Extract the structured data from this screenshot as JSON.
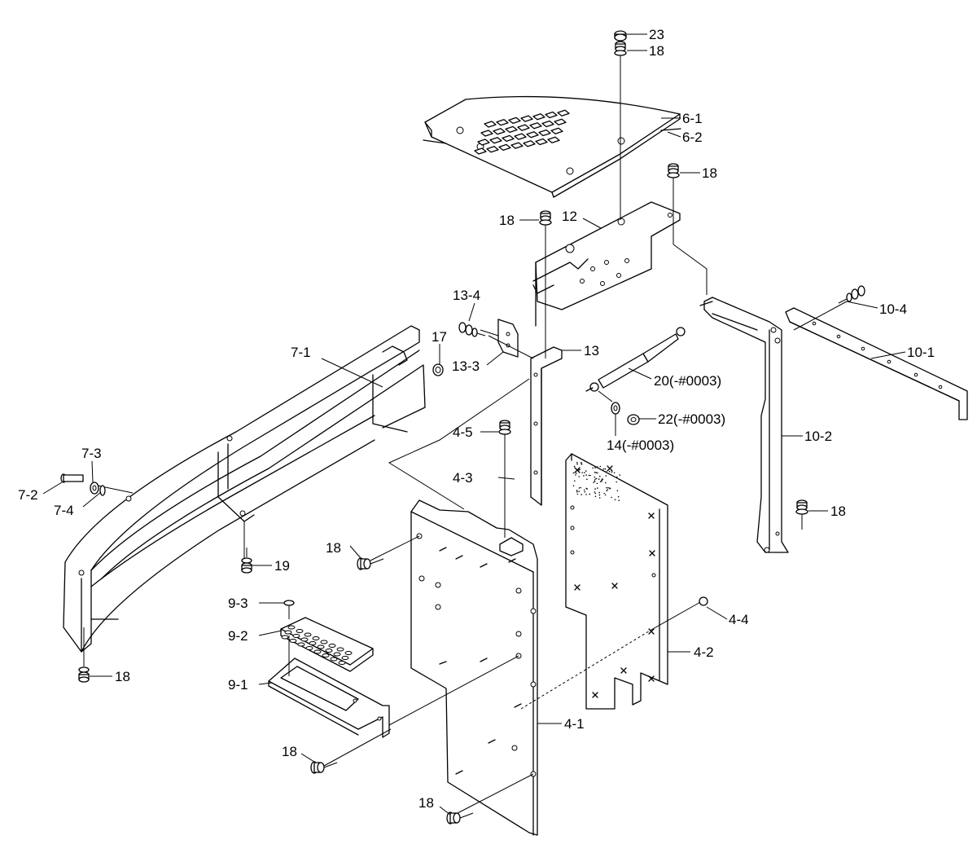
{
  "labels": {
    "p23": "23",
    "p18_top": "18",
    "p6_1": "6-1",
    "p6_2": "6-2",
    "p18_r": "18",
    "p18_12": "18",
    "p12": "12",
    "p13_4": "13-4",
    "p17": "17",
    "p7_1": "7-1",
    "p13_3": "13-3",
    "p13": "13",
    "p10_4": "10-4",
    "p10_1": "10-1",
    "p20": "20(-#0003)",
    "p22": "22(-#0003)",
    "p14": "14(-#0003)",
    "p10_2": "10-2",
    "p4_5": "4-5",
    "p7_3": "7-3",
    "p7_2": "7-2",
    "p7_4": "7-4",
    "p4_3": "4-3",
    "p18_10": "18",
    "p18_4": "18",
    "p19": "19",
    "p9_3": "9-3",
    "p4_4": "4-4",
    "p9_2": "9-2",
    "p4_2": "4-2",
    "p18_bl": "18",
    "p9_1": "9-1",
    "p4_1": "4-1",
    "p18_9": "18",
    "p18_b": "18"
  }
}
